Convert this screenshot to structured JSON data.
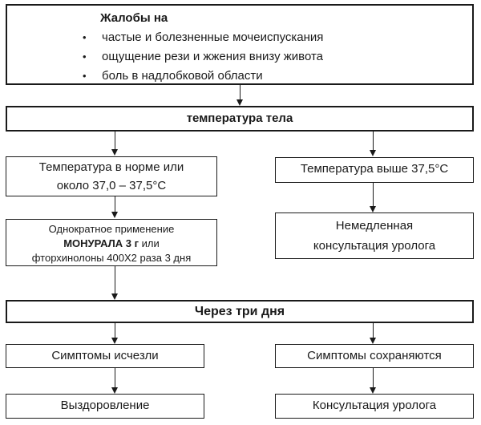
{
  "flowchart": {
    "complaints": {
      "title": "Жалобы на",
      "bullet": "•",
      "items": [
        "частые и болезненные мочеиспускания",
        "ощущение рези и жжения внизу живота",
        "боль в надлобковой области"
      ]
    },
    "temperature": {
      "label": "температура тела"
    },
    "temp_normal": {
      "line1": "Температура в норме или",
      "line2": "около 37,0 – 37,5°C"
    },
    "temp_high": {
      "label": "Температура выше 37,5°C"
    },
    "treatment": {
      "line1": "Однократное применение",
      "line2_bold": "МОНУРАЛА 3 г",
      "line2_rest": " или",
      "line3": "фторхинолоны 400Х2 раза 3 дня"
    },
    "urgent_consult": {
      "line1": "Немедленная",
      "line2": "консультация уролога"
    },
    "after_three_days": {
      "label": "Через три дня"
    },
    "symptoms_gone": {
      "label": "Симптомы исчезли"
    },
    "symptoms_persist": {
      "label": "Симптомы сохраняются"
    },
    "recovery": {
      "label": "Выздоровление"
    },
    "consult": {
      "label": "Консультация уролога"
    }
  },
  "colors": {
    "border": "#1a1a1a",
    "background": "#ffffff",
    "text": "#1a1a1a"
  }
}
